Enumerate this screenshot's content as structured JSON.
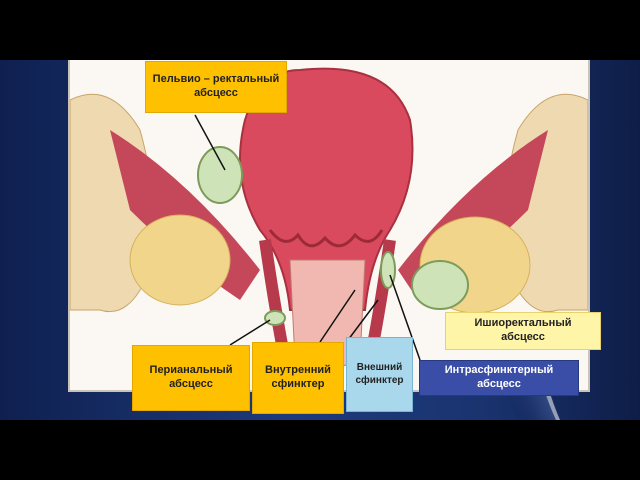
{
  "labels": {
    "pelvio": "Пельвио – ректальный абсцесс",
    "perianal": "Перианальный абсцесс",
    "internal_sphincter": "Внутренний сфинктер",
    "external_sphincter": "Внешний сфинктер",
    "intersphincteric": "Интрасфинктерный абсцесс",
    "ischiorectal": "Ишиоректальный абсцесс"
  },
  "colors": {
    "slide_blue": "#1d3a7c",
    "label_orange": "#ffc000",
    "label_light_yellow": "#fff5a8",
    "label_cyan": "#a9d8ec",
    "label_indigo": "#3a4ea8",
    "abscess_green": "#cfe3b8",
    "muscle_red": "#c8485a"
  },
  "icons": [
    "anatomy-illustration-icon"
  ]
}
